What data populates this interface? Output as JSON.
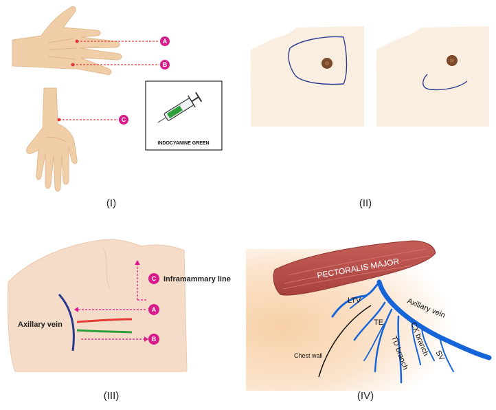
{
  "colors": {
    "skin": "#f4d3b4",
    "skin_light": "#faeee1",
    "hand": "#f0cfa8",
    "marker": "#d81b8a",
    "dash": "#e03b3b",
    "vein_blue": "#1565d8",
    "nerve_navy": "#2a3a8f",
    "muscle": "#b9524f",
    "red_line": "#e53935",
    "green_line": "#2e9e3b"
  },
  "panel_1": {
    "label": "(I)",
    "markers": [
      "A",
      "B",
      "C"
    ],
    "syringe_caption": "INDOCYANINE GREEN",
    "icons": [
      "hand-dorsal-icon",
      "hand-palm-icon",
      "syringe-icon"
    ]
  },
  "panel_2": {
    "label": "(II)",
    "icons": [
      "chest-oval-incision-icon",
      "chest-curved-incision-icon"
    ]
  },
  "panel_3": {
    "label": "(III)",
    "axillary_vein": "Axillary vein",
    "inframammary": "Inframammary line",
    "markers": [
      "C",
      "A",
      "B"
    ]
  },
  "panel_4": {
    "label": "(IV)",
    "muscle": "PECTORALIS MAJOR",
    "vessels": {
      "ltv": "LTV",
      "te": "TE",
      "axillary": "Axillary vein",
      "cx": "CX branch",
      "td": "TD branch",
      "sv": "SV",
      "chest_wall": "Chest wall"
    }
  }
}
